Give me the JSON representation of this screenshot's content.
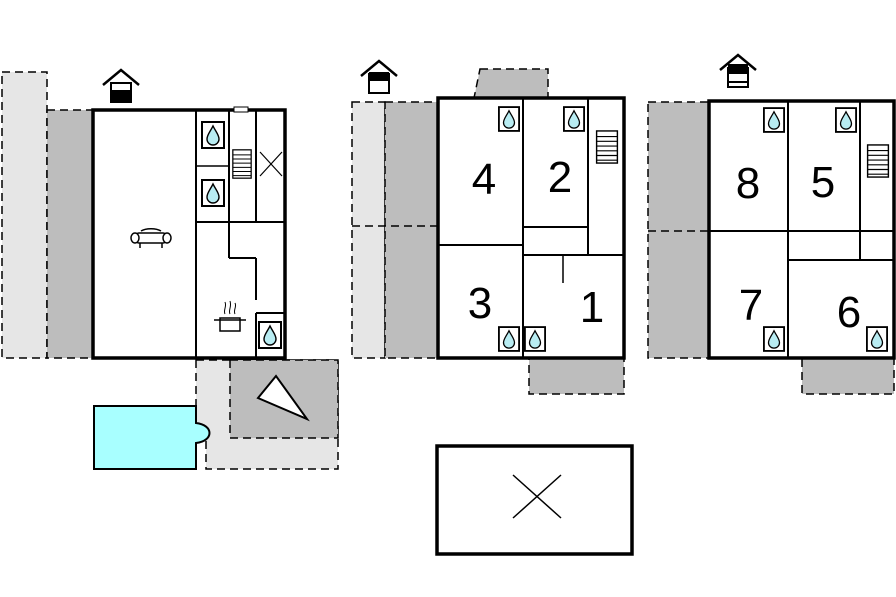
{
  "floors": [
    {
      "id": "ground-floor",
      "rooms": [],
      "icons": [
        "house-level-icon",
        "sofa-icon",
        "kitchen-pot-icon",
        "water-drop-icon",
        "water-drop-icon",
        "water-drop-icon",
        "staircase-icon"
      ]
    },
    {
      "id": "first-floor",
      "rooms": [
        {
          "label": "4"
        },
        {
          "label": "2"
        },
        {
          "label": "3"
        },
        {
          "label": "1"
        }
      ]
    },
    {
      "id": "second-floor",
      "rooms": [
        {
          "label": "8"
        },
        {
          "label": "5"
        },
        {
          "label": "7"
        },
        {
          "label": "6"
        }
      ]
    }
  ],
  "colors": {
    "wall": "#000000",
    "terrace_dark": "#bdbdbd",
    "terrace_light": "#e6e6e6",
    "pool": "#a8ffff",
    "drop": "#b8ecf2"
  }
}
